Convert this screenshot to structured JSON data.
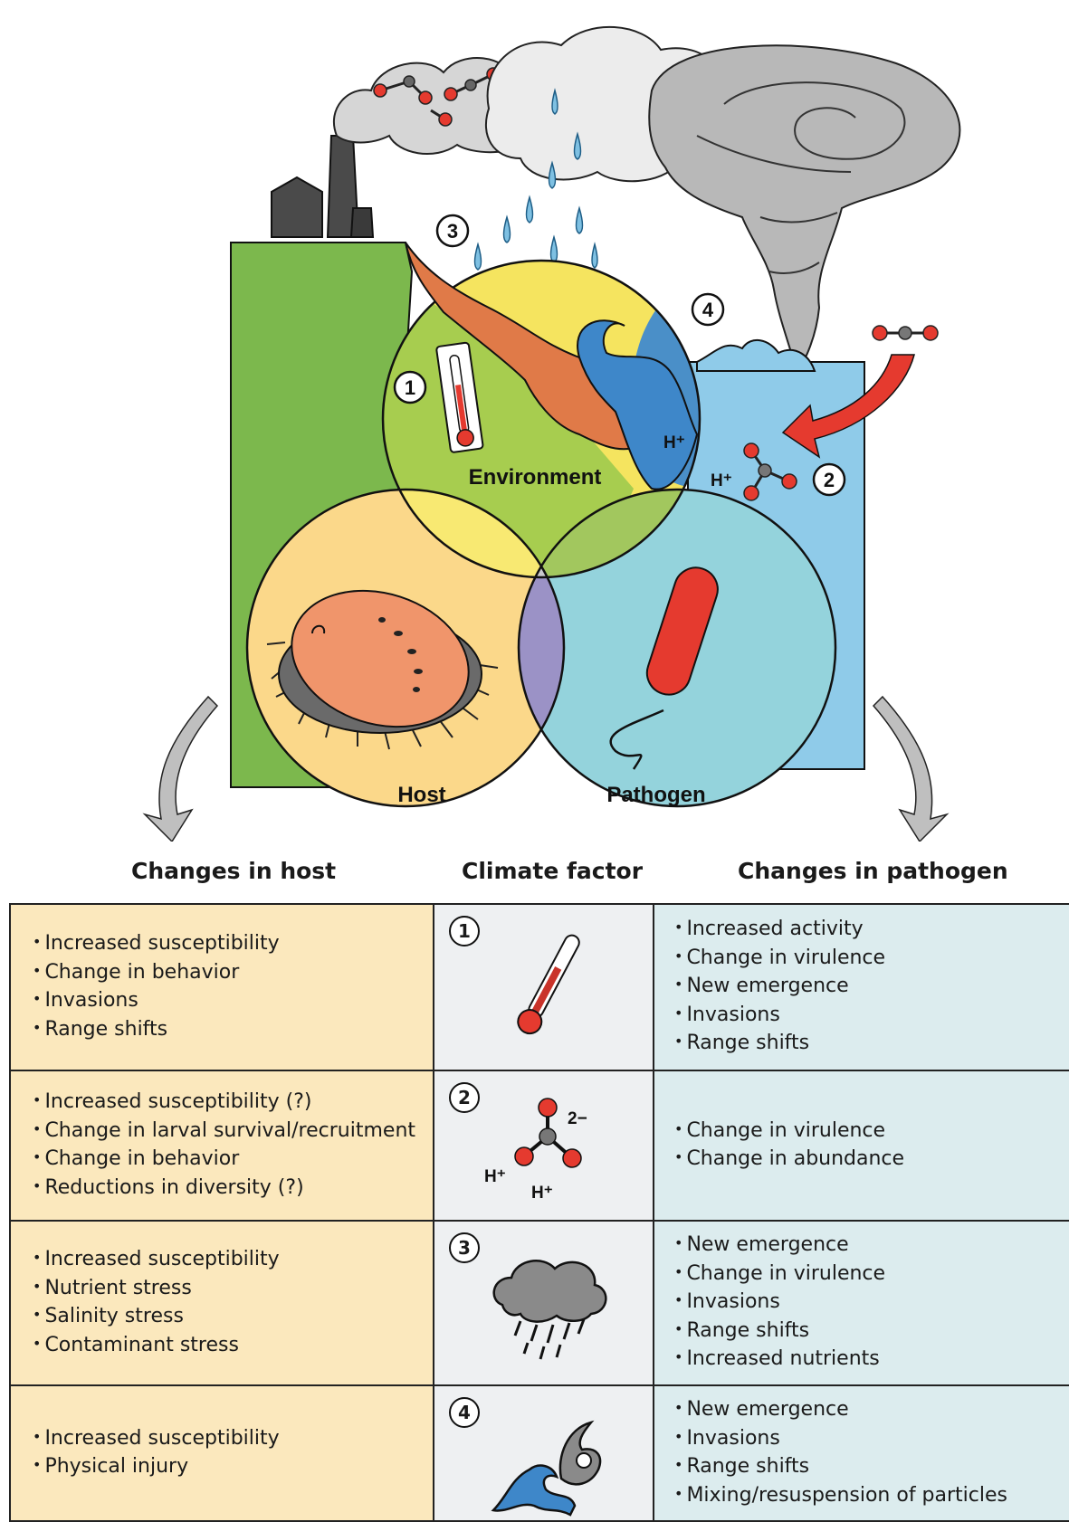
{
  "diagram": {
    "circle_labels": {
      "environment": "Environment",
      "host": "Host",
      "pathogen": "Pathogen"
    },
    "factor_numbers": [
      "1",
      "2",
      "3",
      "4"
    ],
    "ion_label": "H⁺",
    "charge_label": "2−"
  },
  "table": {
    "headers": {
      "host": "Changes in host",
      "factor": "Climate factor",
      "pathogen": "Changes in pathogen"
    },
    "rows": [
      {
        "number": "1",
        "icon": "thermometer-icon",
        "host": [
          "Increased susceptibility",
          "Change in behavior",
          "Invasions",
          "Range shifts"
        ],
        "pathogen": [
          "Increased activity",
          "Change in virulence",
          "New emergence",
          "Invasions",
          "Range shifts"
        ]
      },
      {
        "number": "2",
        "icon": "carbonate-molecule-icon",
        "host": [
          "Increased susceptibility (?)",
          "Change in larval survival/recruitment",
          "Change in behavior",
          "Reductions in diversity (?)"
        ],
        "pathogen": [
          "Change in virulence",
          "Change in abundance"
        ]
      },
      {
        "number": "3",
        "icon": "rain-cloud-icon",
        "host": [
          "Increased susceptibility",
          "Nutrient stress",
          "Salinity stress",
          "Contaminant stress"
        ],
        "pathogen": [
          "New emergence",
          "Change in virulence",
          "Invasions",
          "Range shifts",
          "Increased nutrients"
        ]
      },
      {
        "number": "4",
        "icon": "hurricane-wave-icon",
        "host": [
          "Increased susceptibility",
          "Physical injury"
        ],
        "pathogen": [
          "New emergence",
          "Invasions",
          "Range shifts",
          "Mixing/resuspension of particles"
        ]
      }
    ]
  },
  "colors": {
    "land": "#7cb84d",
    "ocean": "#8fcbe9",
    "environment_circle": "#f5e45f",
    "host_circle": "#fbd88a",
    "pathogen_circle": "#94d3dc",
    "host_pathogen_overlap": "#9b92c6",
    "red_accent": "#e53a2f",
    "host_cell": "#fbe8bd",
    "factor_cell": "#eef0f2",
    "pathogen_cell": "#dcecee"
  }
}
